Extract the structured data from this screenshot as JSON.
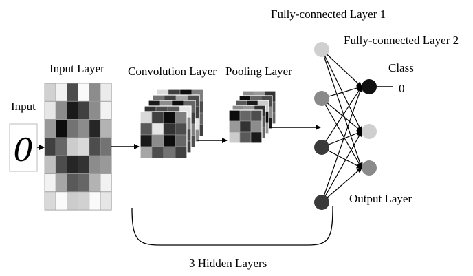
{
  "labels": {
    "input": "Input",
    "input_layer": "Input Layer",
    "convolution_layer": "Convolution Layer",
    "pooling_layer": "Pooling Layer",
    "fc1": "Fully-connected Layer 1",
    "fc2": "Fully-connected Layer 2",
    "class": "Class",
    "class_value": "0",
    "output_layer": "Output Layer",
    "hidden": "3 Hidden Layers"
  },
  "input_digit": "0",
  "colors": {
    "line": "#000000",
    "node_light": "#cfcfcf",
    "node_mid": "#8a8a8a",
    "node_dark": "#3a3a3a",
    "node_black": "#111111"
  },
  "input_grid": [
    [
      0.82,
      0.95,
      0.3,
      0.98,
      0.55,
      0.92
    ],
    [
      0.9,
      0.55,
      0.1,
      0.25,
      0.55,
      0.95
    ],
    [
      0.6,
      0.05,
      0.45,
      0.55,
      0.15,
      0.7
    ],
    [
      0.25,
      0.4,
      0.8,
      0.85,
      0.3,
      0.45
    ],
    [
      0.75,
      0.3,
      0.15,
      0.2,
      0.55,
      0.6
    ],
    [
      0.95,
      0.65,
      0.35,
      0.4,
      0.7,
      0.95
    ],
    [
      0.85,
      0.98,
      0.8,
      0.82,
      0.98,
      0.9
    ]
  ],
  "conv_grid": [
    [
      0.85,
      0.25,
      0.05,
      0.5
    ],
    [
      0.35,
      0.9,
      0.2,
      0.3
    ],
    [
      0.1,
      0.55,
      0.05,
      0.4
    ],
    [
      0.65,
      0.3,
      0.45,
      0.25
    ]
  ],
  "pool_grid": [
    [
      0.05,
      0.4,
      0.3
    ],
    [
      0.6,
      0.2,
      0.55
    ],
    [
      0.8,
      0.35,
      0.1
    ]
  ],
  "fc1_nodes": [
    "light",
    "mid",
    "dark",
    "dark",
    "dark"
  ],
  "fc2_nodes": [
    "black",
    "light",
    "mid"
  ]
}
